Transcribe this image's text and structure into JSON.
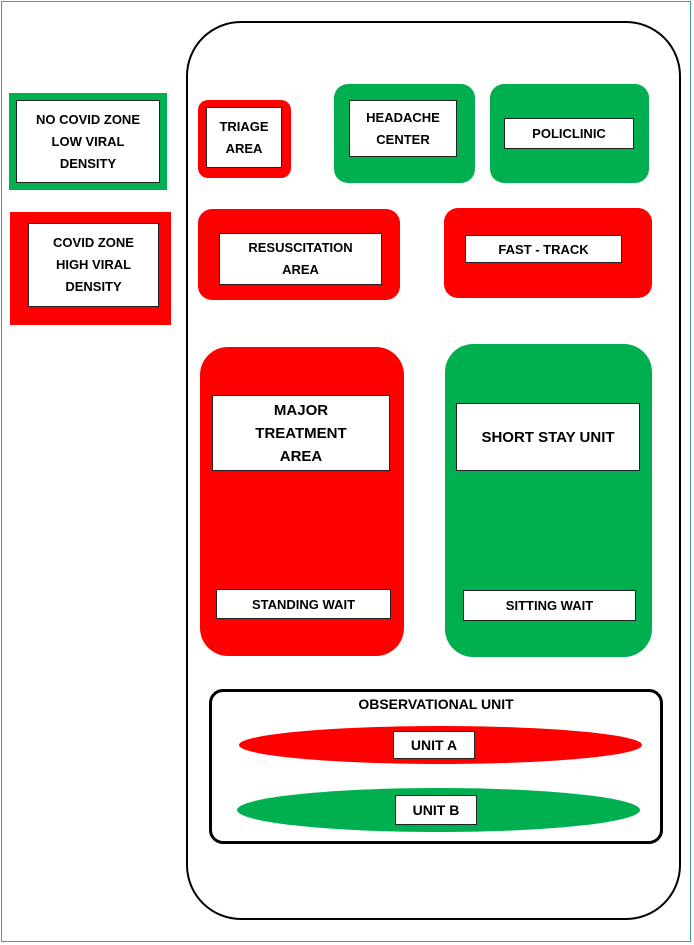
{
  "legend": {
    "no_covid": "NO COVID ZONE\nLOW VIRAL\nDENSITY",
    "covid": "COVID ZONE\nHIGH VIRAL\nDENSITY"
  },
  "areas": {
    "triage": "TRIAGE\nAREA",
    "headache_center": "HEADACHE\nCENTER",
    "policlinic": "POLICLINIC",
    "resuscitation": "RESUSCITATION\nAREA",
    "fast_track": "FAST - TRACK",
    "major_treatment": "MAJOR\nTREATMENT\nAREA",
    "standing_wait": "STANDING WAIT",
    "short_stay": "SHORT STAY UNIT",
    "sitting_wait": "SITTING WAIT"
  },
  "observational": {
    "title": "OBSERVATIONAL UNIT",
    "unit_a": "UNIT A",
    "unit_b": "UNIT B"
  },
  "colors": {
    "covid_zone": "#ff0000",
    "no_covid_zone": "#00b050",
    "frame_border": "#3f9fa8"
  }
}
